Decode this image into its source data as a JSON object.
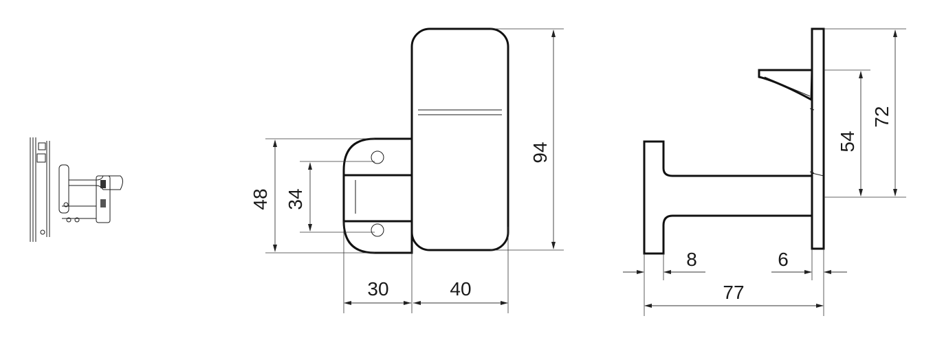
{
  "dimensions": {
    "front_height_total": "48",
    "front_hole_spacing": "34",
    "front_width_left": "30",
    "front_width_right": "40",
    "front_height_plate": "94",
    "side_height_total": "72",
    "side_hole_spacing": "54",
    "side_flange_left": "8",
    "side_flange_right": "6",
    "side_depth_total": "77"
  },
  "colors": {
    "line": "#1a1a1a",
    "background": "#ffffff"
  },
  "icons": {
    "thumbnail": "product-photo-thumbnail"
  }
}
